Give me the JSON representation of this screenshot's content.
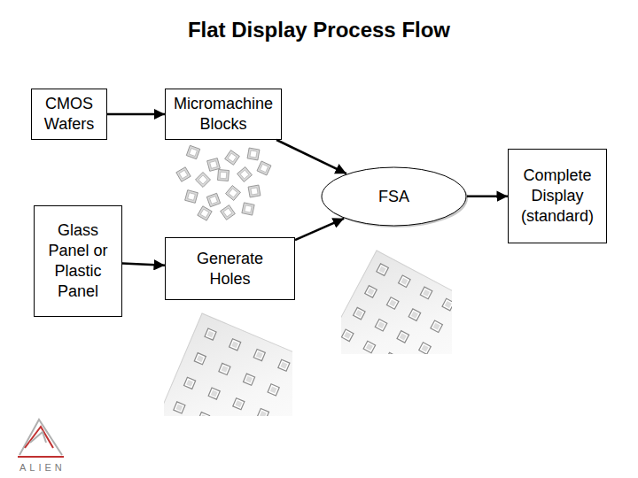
{
  "diagram": {
    "title": "Flat Display Process Flow",
    "nodes": [
      {
        "text": [
          "CMOS Wafers"
        ]
      },
      {
        "text": [
          "Micromachine Blocks"
        ]
      },
      {
        "text": [
          "FSA"
        ]
      },
      {
        "text": [
          "Complete Display (standard)"
        ]
      },
      {
        "text": [
          "Glass Panel or Plastic Panel"
        ]
      },
      {
        "text": [
          "Generate Holes"
        ]
      }
    ],
    "edges": [
      {
        "from": 0,
        "to": 1,
        "arrow": "to"
      },
      {
        "from": 1,
        "to": 2,
        "arrow": "to"
      },
      {
        "from": 5,
        "to": 2,
        "arrow": "to"
      },
      {
        "from": 4,
        "to": 5,
        "arrow": "to"
      },
      {
        "from": 2,
        "to": 3,
        "arrow": "to"
      }
    ],
    "labels": [
      "ALIEN"
    ]
  }
}
